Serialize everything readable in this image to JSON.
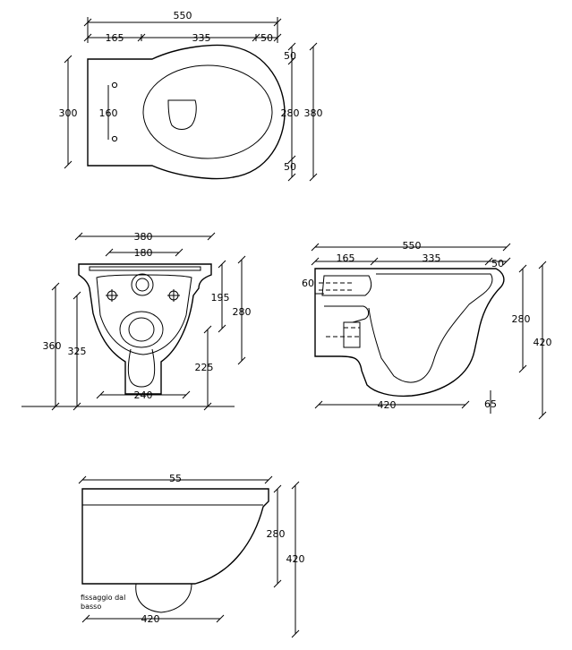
{
  "top_view": {
    "dim_total_width": "550",
    "dim_rear": "165",
    "dim_bowl": "335",
    "dim_front": "50",
    "dim_width": "300",
    "dim_holes": "160",
    "dim_bowl_width": "280",
    "dim_total_depth": "380",
    "dim_margin_top": "50",
    "dim_margin_bottom": "50"
  },
  "front_view": {
    "dim_width": "380",
    "dim_inner": "180",
    "dim_bolt_height": "195",
    "dim_height": "280",
    "dim_total": "360",
    "dim_floor_to_top": "325",
    "dim_outlet_height": "225",
    "dim_base": "240"
  },
  "side_section": {
    "dim_total_length": "550",
    "dim_rear": "165",
    "dim_bowl": "335",
    "dim_front": "50",
    "dim_inlet": "60",
    "dim_height": "280",
    "dim_total_height": "420",
    "dim_bottom_length": "420",
    "dim_floor_gap": "65"
  },
  "side_elevation": {
    "dim_length": "55",
    "dim_height": "280",
    "dim_total_height": "420",
    "dim_bottom_length": "420",
    "note_line1": "fissaggio dal",
    "note_line2": "basso"
  }
}
